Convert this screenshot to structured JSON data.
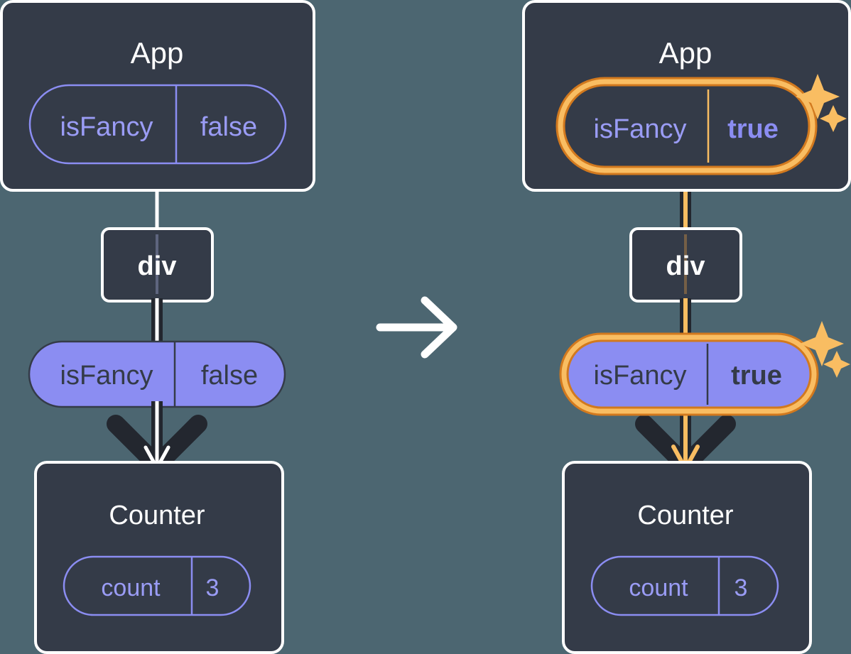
{
  "theme": {
    "background": "#4c6671",
    "panel_fill": "#343b48",
    "panel_stroke": "#ffffff",
    "pill_purple_fill": "#8b8df2",
    "pill_purple_text": "#343b48",
    "pill_outline_lavender": "#8b8df2",
    "text_white": "#ffffff",
    "text_lavender": "#9a9cf5",
    "highlight_orange_dark": "#d2791e",
    "highlight_orange_light": "#f9bd62",
    "wire_dark": "#23272f",
    "wire_white": "#ffffff"
  },
  "transition_arrow": {
    "icon": "arrow-right-icon",
    "color": "#ffffff"
  },
  "panels": {
    "before": {
      "app": {
        "title": "App",
        "state_pill": {
          "key": "isFancy",
          "value": "false",
          "highlighted": false,
          "style": "outline"
        }
      },
      "div": {
        "label": "div"
      },
      "prop_pill": {
        "key": "isFancy",
        "value": "false",
        "highlighted": false,
        "style": "filled"
      },
      "counter": {
        "title": "Counter",
        "state_pill": {
          "key": "count",
          "value": "3",
          "highlighted": false,
          "style": "outline"
        }
      }
    },
    "after": {
      "app": {
        "title": "App",
        "state_pill": {
          "key": "isFancy",
          "value": "true",
          "highlighted": true,
          "style": "outline"
        },
        "sparkles": "sparkles-icon"
      },
      "div": {
        "label": "div"
      },
      "prop_pill": {
        "key": "isFancy",
        "value": "true",
        "highlighted": true,
        "style": "filled",
        "sparkles": "sparkles-icon"
      },
      "counter": {
        "title": "Counter",
        "state_pill": {
          "key": "count",
          "value": "3",
          "highlighted": false,
          "style": "outline"
        }
      }
    }
  }
}
